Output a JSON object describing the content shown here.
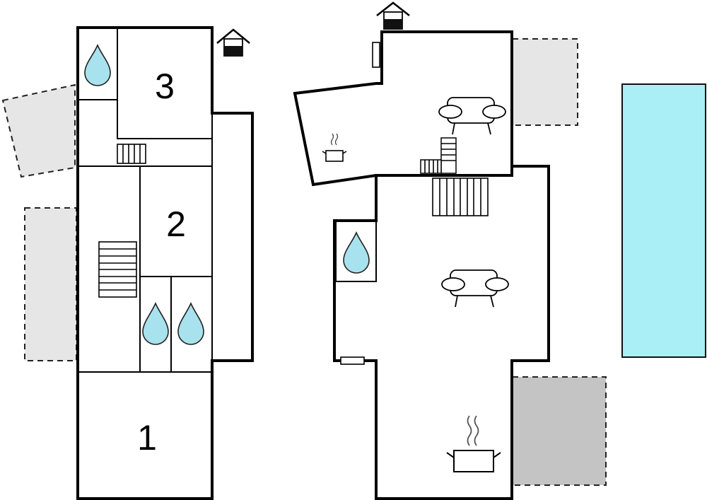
{
  "floorplan": {
    "rooms": [
      {
        "id": "bedroom-1",
        "number": "1"
      },
      {
        "id": "bedroom-2",
        "number": "2"
      },
      {
        "id": "bedroom-3",
        "number": "3"
      }
    ],
    "colors": {
      "wall": "#000000",
      "water": "#a8e2ee",
      "pool": "#a9eff5",
      "terrace_light": "#e6e6e6",
      "terrace_dark": "#c4c4c4"
    },
    "icons": [
      "water-drop-icon",
      "stairs-icon",
      "sofa-icon",
      "cooking-pot-icon",
      "house-entrance-icon"
    ]
  }
}
